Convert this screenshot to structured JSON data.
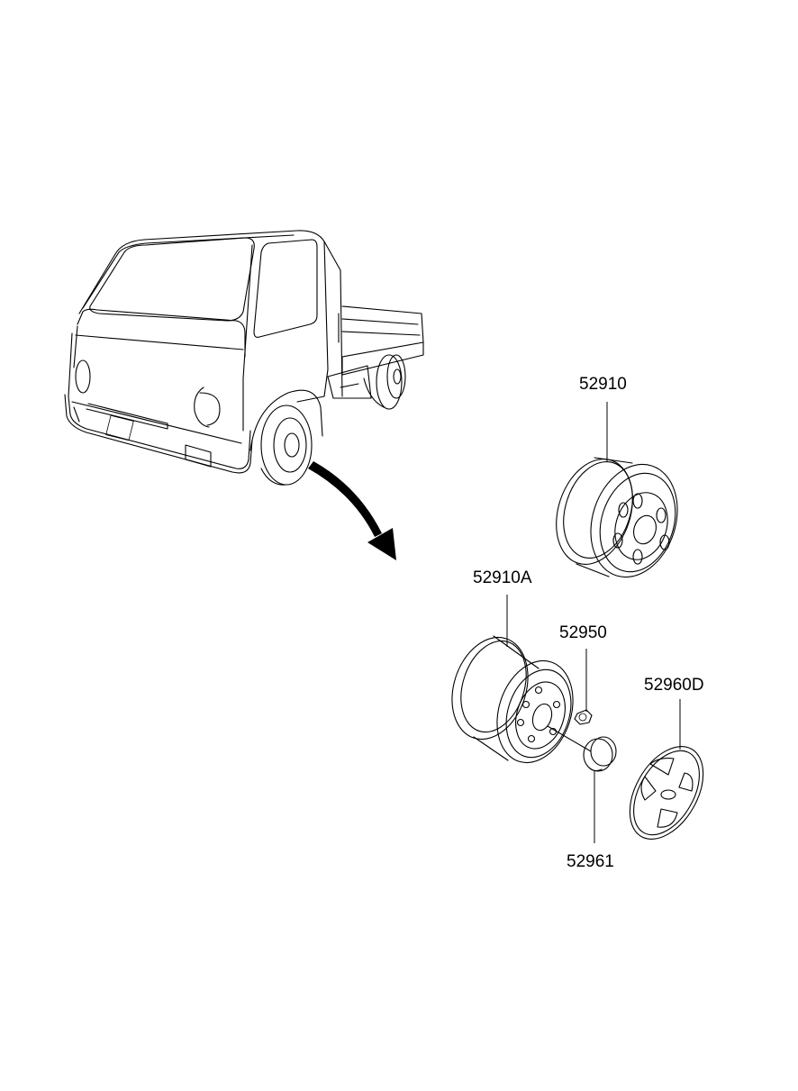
{
  "diagram": {
    "parts": [
      {
        "id": "rim_main",
        "label": "52910"
      },
      {
        "id": "rim_alt",
        "label": "52910A"
      },
      {
        "id": "nut",
        "label": "52950"
      },
      {
        "id": "hub_cap",
        "label": "52960D"
      },
      {
        "id": "center_cap",
        "label": "52961"
      }
    ]
  }
}
